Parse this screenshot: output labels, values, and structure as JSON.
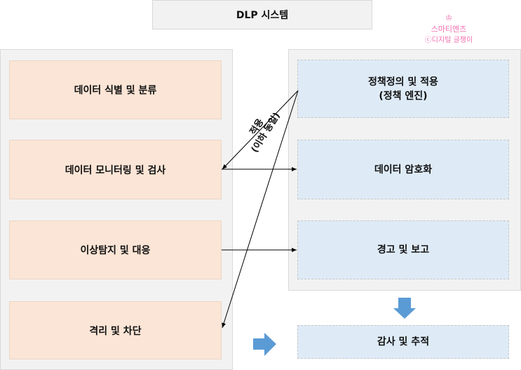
{
  "title": "DLP 시스템",
  "watermark": {
    "line1": "스마티엔즈",
    "line2": "ⓒ디지털 글쟁이"
  },
  "left_boxes": [
    {
      "label": "데이터 식별 및 분류"
    },
    {
      "label": "데이터 모니터링 및 검사"
    },
    {
      "label": "이상탐지 및 대응"
    },
    {
      "label": "격리 및 차단"
    }
  ],
  "right_boxes": [
    {
      "label": "정책정의 및 적용",
      "sub": "(정책 엔진)"
    },
    {
      "label": "데이터 암호화"
    },
    {
      "label": "경고 및 보고"
    }
  ],
  "audit_box": "감사 및 추적",
  "edge_label": {
    "line1": "적용",
    "line2": "(이하 동일)"
  },
  "colors": {
    "left_fill": "#fbe5d6",
    "right_fill": "#deebf7",
    "panel": "#f2f2f2",
    "block_arrow": "#5b9bd5",
    "watermark": "#f26fb0"
  }
}
